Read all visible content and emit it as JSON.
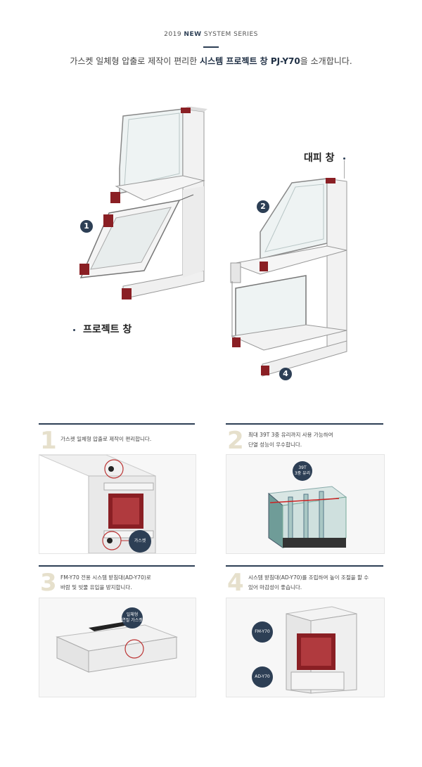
{
  "header": {
    "series_year": "2019",
    "series_new": "NEW",
    "series_rest": "SYSTEM SERIES",
    "headline_pre": "가스켓 일체형 압출로 제작이 편리한 ",
    "headline_bold": "시스템 프로젝트 창 PJ-Y70",
    "headline_post": "을 소개합니다."
  },
  "hero": {
    "left_label": "프로젝트 창",
    "right_label": "대피 창",
    "callouts": [
      "1",
      "2",
      "4"
    ]
  },
  "features": [
    {
      "num": "1",
      "text": "가스켓 일체형 압출로 제작이 편리합니다.",
      "badge": "가스켓"
    },
    {
      "num": "2",
      "text_line1": "최대 39T 3중 유리까지 사용 가능하여",
      "text_line2": "단열 성능이 우수합니다.",
      "badge_line1": "39T",
      "badge_line2": "3중 유리"
    },
    {
      "num": "3",
      "text_line1": "FM-Y70 전용 시스템 받침대(AD-Y70)로",
      "text_line2": "바람 및 빗물 유입을 방지합니다.",
      "badge_line1": "일체형",
      "badge_line2": "연질 가스켓"
    },
    {
      "num": "4",
      "text_line1": "시스템 받침대(AD-Y70)를 조립하여 높이 조절을 할 수",
      "text_line2": "있어 마감성이 좋습니다.",
      "badge_a": "FM-Y70",
      "badge_b": "AD-Y70"
    }
  ],
  "colors": {
    "accent": "#2d3f55",
    "frame_red": "#8a1f24",
    "number_tint": "#e6e0cc"
  }
}
